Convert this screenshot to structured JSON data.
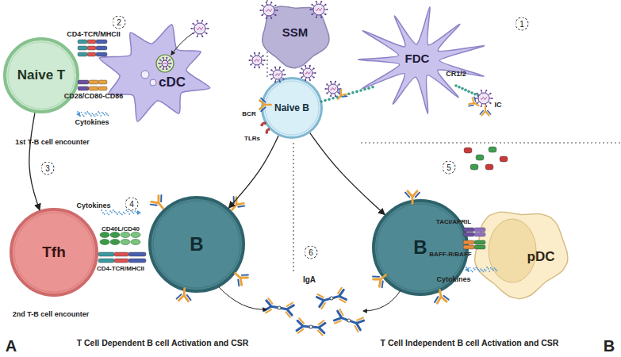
{
  "diagram": {
    "nodes": [
      {
        "text": [
          "Naive T"
        ]
      },
      {
        "text": [
          "cDC"
        ]
      },
      {
        "text": [
          "SSM"
        ]
      },
      {
        "text": [
          "FDC"
        ]
      },
      {
        "text": [
          "Naive B"
        ]
      },
      {
        "text": [
          "Tfh"
        ]
      },
      {
        "text": [
          "B"
        ]
      },
      {
        "text": [
          "B"
        ]
      },
      {
        "text": [
          "pDC"
        ]
      }
    ],
    "edges": [
      {
        "from": 0,
        "to": 5,
        "arrow": "to"
      },
      {
        "from": 4,
        "to": 6,
        "arrow": "to"
      },
      {
        "from": 4,
        "to": 7,
        "arrow": "to"
      }
    ],
    "labels": [
      "CD4-TCR/MHCII",
      "2",
      "CD28/CD80-CD86",
      "Cytokines",
      "1",
      "CR1/2",
      "IC",
      "BCR",
      "TLRs",
      "1st T-B cell encounter",
      "3",
      "Cytokines",
      "4",
      "CD40L/CD40",
      "CD4-TCR/MHCII",
      "2nd T-B cell encounter",
      "5",
      "TACI/APRIL",
      "BAFF-R/BAFF",
      "Cytokines",
      "6",
      "IgA",
      "T Cell Dependent B cell Activation and CSR",
      "T Cell Independent B cell Activation and CSR",
      "A",
      "B"
    ]
  }
}
